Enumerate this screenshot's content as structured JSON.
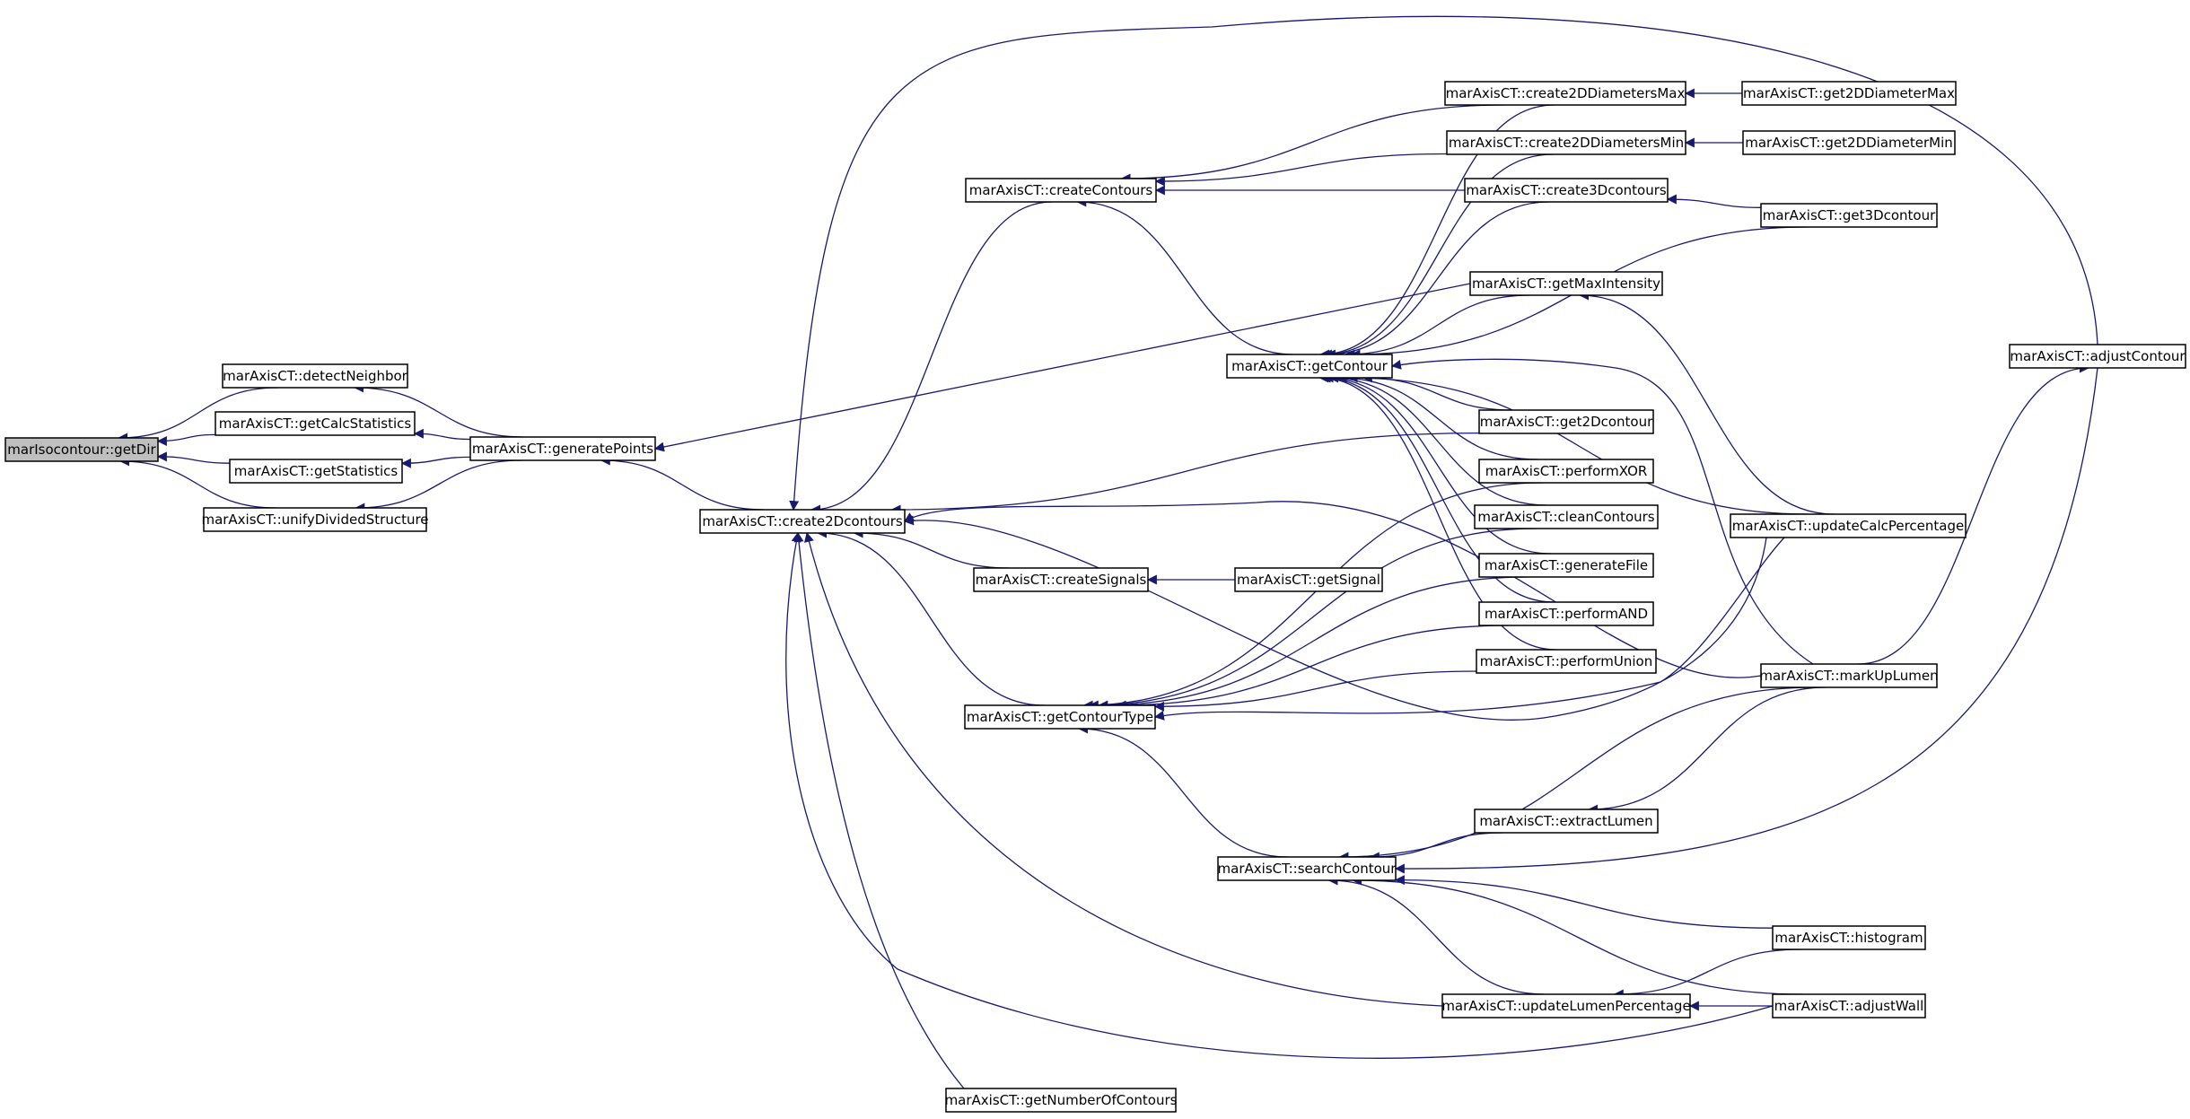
{
  "colors": {
    "edge": "#191970",
    "root_fill": "#bfbfbf",
    "node_fill": "#ffffff"
  },
  "nodes": {
    "getDir": "marIsocontour::getDir",
    "detectNeighbor": "marAxisCT::detectNeighbor",
    "getCalcStatistics": "marAxisCT::getCalcStatistics",
    "getStatistics": "marAxisCT::getStatistics",
    "unifyDividedStructure": "marAxisCT::unifyDividedStructure",
    "generatePoints": "marAxisCT::generatePoints",
    "create2Dcontours": "marAxisCT::create2Dcontours",
    "createContours": "marAxisCT::createContours",
    "createSignals": "marAxisCT::createSignals",
    "getContourType": "marAxisCT::getContourType",
    "getNumberOfContours": "marAxisCT::getNumberOfContours",
    "getContour": "marAxisCT::getContour",
    "searchContour": "marAxisCT::searchContour",
    "getSignal": "marAxisCT::getSignal",
    "create2DDiametersMax": "marAxisCT::create2DDiametersMax",
    "create2DDiametersMin": "marAxisCT::create2DDiametersMin",
    "create3Dcontours": "marAxisCT::create3Dcontours",
    "getMaxIntensity": "marAxisCT::getMaxIntensity",
    "get2Dcontour": "marAxisCT::get2Dcontour",
    "performXOR": "marAxisCT::performXOR",
    "cleanContours": "marAxisCT::cleanContours",
    "generateFile": "marAxisCT::generateFile",
    "performAND": "marAxisCT::performAND",
    "performUnion": "marAxisCT::performUnion",
    "extractLumen": "marAxisCT::extractLumen",
    "updateLumenPercentage": "marAxisCT::updateLumenPercentage",
    "get2DDiameterMax": "marAxisCT::get2DDiameterMax",
    "get2DDiameterMin": "marAxisCT::get2DDiameterMin",
    "get3Dcontour": "marAxisCT::get3Dcontour",
    "adjustContour": "marAxisCT::adjustContour",
    "updateCalcPercentage": "marAxisCT::updateCalcPercentage",
    "markUpLumen": "marAxisCT::markUpLumen",
    "histogram": "marAxisCT::histogram",
    "adjustWall": "marAxisCT::adjustWall"
  },
  "edges": [
    [
      "detectNeighbor",
      "getDir"
    ],
    [
      "getCalcStatistics",
      "getDir"
    ],
    [
      "getStatistics",
      "getDir"
    ],
    [
      "unifyDividedStructure",
      "getDir"
    ],
    [
      "generatePoints",
      "detectNeighbor"
    ],
    [
      "generatePoints",
      "getCalcStatistics"
    ],
    [
      "generatePoints",
      "getStatistics"
    ],
    [
      "generatePoints",
      "unifyDividedStructure"
    ],
    [
      "create2Dcontours",
      "generatePoints"
    ],
    [
      "getMaxIntensity",
      "generatePoints"
    ],
    [
      "createContours",
      "create2Dcontours"
    ],
    [
      "createSignals",
      "create2Dcontours"
    ],
    [
      "getContourType",
      "create2Dcontours"
    ],
    [
      "getNumberOfContours",
      "create2Dcontours"
    ],
    [
      "updateLumenPercentage",
      "create2Dcontours"
    ],
    [
      "adjustWall",
      "create2Dcontours"
    ],
    [
      "get2Dcontour",
      "create2Dcontours"
    ],
    [
      "updateCalcPercentage",
      "create2Dcontours"
    ],
    [
      "markUpLumen",
      "create2Dcontours"
    ],
    [
      "adjustContour",
      "create2Dcontours"
    ],
    [
      "getContour",
      "createContours"
    ],
    [
      "create2DDiametersMax",
      "createContours"
    ],
    [
      "create2DDiametersMin",
      "createContours"
    ],
    [
      "create3Dcontours",
      "createContours"
    ],
    [
      "getSignal",
      "createSignals"
    ],
    [
      "searchContour",
      "getContourType"
    ],
    [
      "performXOR",
      "getContourType"
    ],
    [
      "cleanContours",
      "getContourType"
    ],
    [
      "generateFile",
      "getContourType"
    ],
    [
      "performAND",
      "getContourType"
    ],
    [
      "performUnion",
      "getContourType"
    ],
    [
      "updateCalcPercentage",
      "getContourType"
    ],
    [
      "create2DDiametersMax",
      "getContour"
    ],
    [
      "create2DDiametersMin",
      "getContour"
    ],
    [
      "create3Dcontours",
      "getContour"
    ],
    [
      "get3Dcontour",
      "getContour"
    ],
    [
      "getMaxIntensity",
      "getContour"
    ],
    [
      "get2Dcontour",
      "getContour"
    ],
    [
      "performXOR",
      "getContour"
    ],
    [
      "cleanContours",
      "getContour"
    ],
    [
      "generateFile",
      "getContour"
    ],
    [
      "performAND",
      "getContour"
    ],
    [
      "performUnion",
      "getContour"
    ],
    [
      "updateCalcPercentage",
      "getContour"
    ],
    [
      "markUpLumen",
      "getContour"
    ],
    [
      "get2DDiameterMax",
      "create2DDiametersMax"
    ],
    [
      "get2DDiameterMin",
      "create2DDiametersMin"
    ],
    [
      "get3Dcontour",
      "create3Dcontours"
    ],
    [
      "updateCalcPercentage",
      "getMaxIntensity"
    ],
    [
      "extractLumen",
      "searchContour"
    ],
    [
      "histogram",
      "searchContour"
    ],
    [
      "adjustWall",
      "searchContour"
    ],
    [
      "updateLumenPercentage",
      "searchContour"
    ],
    [
      "markUpLumen",
      "searchContour"
    ],
    [
      "adjustContour",
      "searchContour"
    ],
    [
      "markUpLumen",
      "extractLumen"
    ],
    [
      "adjustWall",
      "updateLumenPercentage"
    ],
    [
      "histogram",
      "updateLumenPercentage"
    ],
    [
      "markUpLumen",
      "adjustContour"
    ]
  ]
}
